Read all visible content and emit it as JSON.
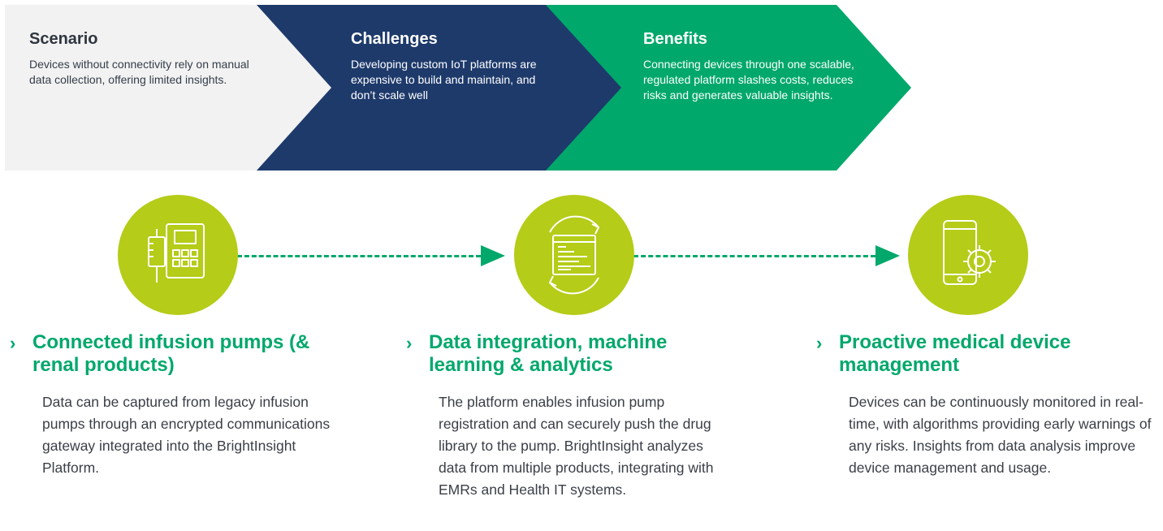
{
  "banner": {
    "stages": [
      {
        "title": "Scenario",
        "text": "Devices without connectivity rely on manual data collection, offering limited insights."
      },
      {
        "title": "Challenges",
        "text": "Developing custom IoT platforms are expensive to build and maintain, and don’t scale well"
      },
      {
        "title": "Benefits",
        "text": "Connecting devices through one scalable, regulated platform slashes costs, reduces risks and generates valuable insights."
      }
    ]
  },
  "icons": [
    "infusion-pump-icon",
    "data-refresh-icon",
    "mobile-gear-icon"
  ],
  "features": [
    {
      "chevron": "›",
      "title": "Connected infusion pumps (& renal products)",
      "text": "Data can be captured from legacy infusion pumps through an encrypted communications gateway integrated into the BrightInsight Platform."
    },
    {
      "chevron": "›",
      "title": "Data integration, machine learning & analytics",
      "text": "The platform enables infusion pump registration and can securely push the drug library to the pump. BrightInsight analyzes data from multiple products, integrating with EMRs and Health IT systems."
    },
    {
      "chevron": "›",
      "title": "Proactive medical device management",
      "text": "Devices can be continuously monitored in real-time, with algorithms providing early warnings of any risks. Insights from data analysis improve device management and usage."
    }
  ],
  "colors": {
    "grey": "#f2f2f2",
    "navy": "#1e3a6b",
    "green": "#00a86b",
    "lime": "#b5cc18"
  }
}
